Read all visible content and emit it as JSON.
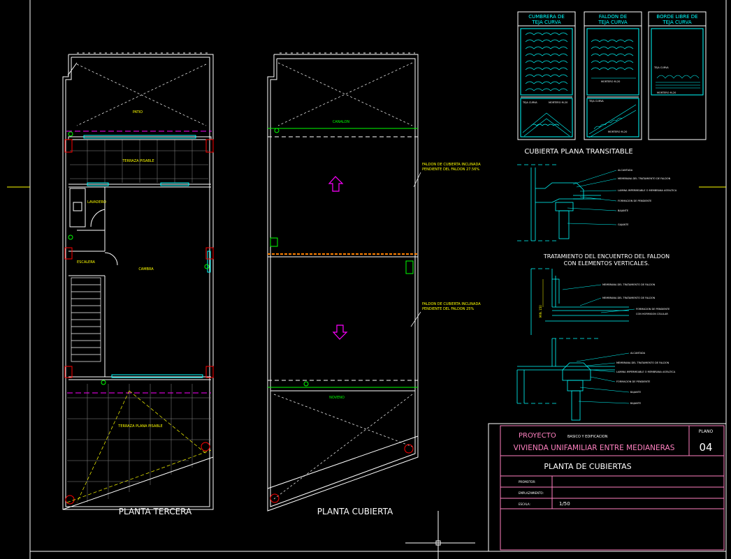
{
  "colors": {
    "background": "#000000",
    "white": "#ffffff",
    "yellow": "#ffff00",
    "cyan": "#00ffff",
    "green": "#00ff00",
    "magenta": "#ff00ff",
    "red": "#ff0000",
    "orange": "#ff8000",
    "pink": "#ff80c0",
    "gray": "#8c8c8c"
  },
  "plans": {
    "tercera": {
      "title": "PLANTA TERCERA",
      "labels": {
        "patio": "PATIO",
        "terraza_pisable": "TERRAZA PISABLE",
        "lavadero": "LAVADERO",
        "escalera": "ESCALERA",
        "cambra": "CAMBRA",
        "terraza_plana": "TERRAZA PLANA PISABLE"
      }
    },
    "cubierta": {
      "title": "PLANTA CUBIERTA",
      "labels": {
        "canalon": "CANALON",
        "noveno": "NOVENO"
      },
      "notes": [
        {
          "line1": "FALDON DE CUBIERTA INCLINADA",
          "line2": "PENDIENTE DEL FALDON 27.56%"
        },
        {
          "line1": "FALDON DE CUBIERTA INCLINADA",
          "line2": "PENDIENTE DEL FALDON 25%"
        }
      ]
    }
  },
  "details": {
    "tiles": [
      {
        "title1": "CUMBRERA DE",
        "title2": "TEJA CURVA",
        "notes": [
          "TEJA CURVA",
          "MORTERO M-20"
        ]
      },
      {
        "title1": "FALDON DE",
        "title2": "TEJA CURVA",
        "notes": [
          "MORTERO M-20",
          "TEJA CURVA",
          "MORTERO M-20"
        ]
      },
      {
        "title1": "BORDE LIBRE DE",
        "title2": "TEJA CURVA",
        "notes": [
          "TEJA CURVA",
          "MORTERO M-20"
        ]
      }
    ],
    "cubierta_plana": {
      "title": "CUBIERTA PLANA TRANSITABLE",
      "notes": [
        "ALCANTADA",
        "MEMBRANA DEL TRATAMIENTO DE FALDON",
        "LAMINA IMPERMEABLE O MEMBRANA ASFALTICA",
        "FORMACION DE PENDIENTE",
        "BAJANTE",
        "GAJANTE"
      ]
    },
    "encuentro": {
      "title1": "TRATAMIENTO DEL ENCUENTRO DEL FALDON",
      "title2": "CON ELEMENTOS VERTICALES.",
      "notes": [
        "MEMBRANA DEL TRATAMIENTO DE FALDON",
        "MEMBRANA DEL TRATAMIENTO DE FALDON",
        "FORMACION DE PENDIENTE",
        "CON HORMIGON CELULAR"
      ],
      "dimension": "MIN. 150"
    },
    "second_section": {
      "notes": [
        "ALCANTADA",
        "MEMBRANA DEL TRATAMIENTO DE FALDON",
        "LAMINA IMPERMEABLE O MEMBRANA ASFALTICA",
        "FORMACION DE PENDIENTE",
        "BAJANTE",
        "BAJANTE"
      ]
    }
  },
  "title_block": {
    "proyecto_label": "PROYECTO",
    "proyecto_sub": "BASICO Y EDIFICACION",
    "project_name": "VIVIENDA UNIFAMILIAR ENTRE MEDIANERAS",
    "plano_label": "PLANO",
    "plano_number": "04",
    "sheet_title": "PLANTA DE CUBIERTAS",
    "rows": [
      {
        "label": "PROMOTOR:",
        "value": ""
      },
      {
        "label": "EMPLAZAMIENTO:",
        "value": ""
      },
      {
        "label": "ESCALA:",
        "value": "1/50"
      }
    ]
  }
}
